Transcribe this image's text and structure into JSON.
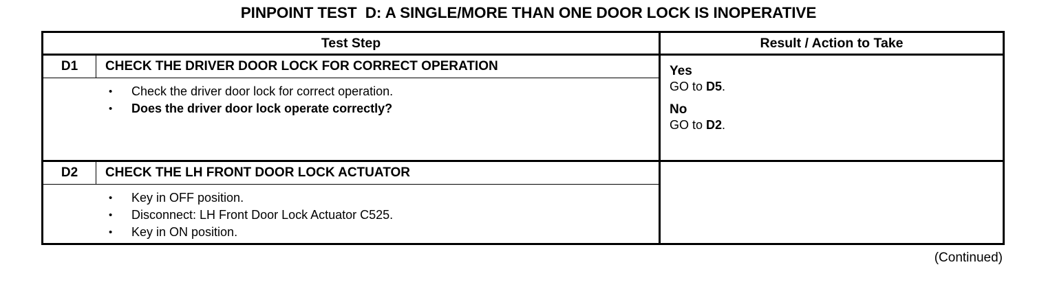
{
  "document": {
    "title": "PINPOINT TEST  D: A SINGLE/MORE THAN ONE DOOR LOCK IS INOPERATIVE",
    "footer_note": "(Continued)"
  },
  "table": {
    "headers": {
      "test_step": "Test Step",
      "result_action": "Result / Action to Take"
    },
    "steps": [
      {
        "id": "D1",
        "title": "CHECK THE DRIVER DOOR LOCK FOR CORRECT OPERATION",
        "bullets": [
          {
            "bullet": "•",
            "text": "Check the driver door lock for correct operation.",
            "bold": false
          },
          {
            "bullet": "•",
            "text": "Does the driver door lock operate correctly?",
            "bold": true
          }
        ],
        "results": [
          {
            "answer": "Yes",
            "action_prefix": "GO to ",
            "action_ref": "D5",
            "action_suffix": "."
          },
          {
            "answer": "No",
            "action_prefix": "GO to ",
            "action_ref": "D2",
            "action_suffix": "."
          }
        ]
      },
      {
        "id": "D2",
        "title": "CHECK THE LH FRONT DOOR LOCK ACTUATOR",
        "bullets": [
          {
            "bullet": "•",
            "text": "Key in OFF position.",
            "bold": false
          },
          {
            "bullet": "•",
            "text": "Disconnect: LH Front Door Lock Actuator C525.",
            "bold": false
          },
          {
            "bullet": "•",
            "text": "Key in ON position.",
            "bold": false
          }
        ],
        "results": []
      }
    ]
  },
  "colors": {
    "ink": "#000000",
    "paper": "#ffffff"
  }
}
